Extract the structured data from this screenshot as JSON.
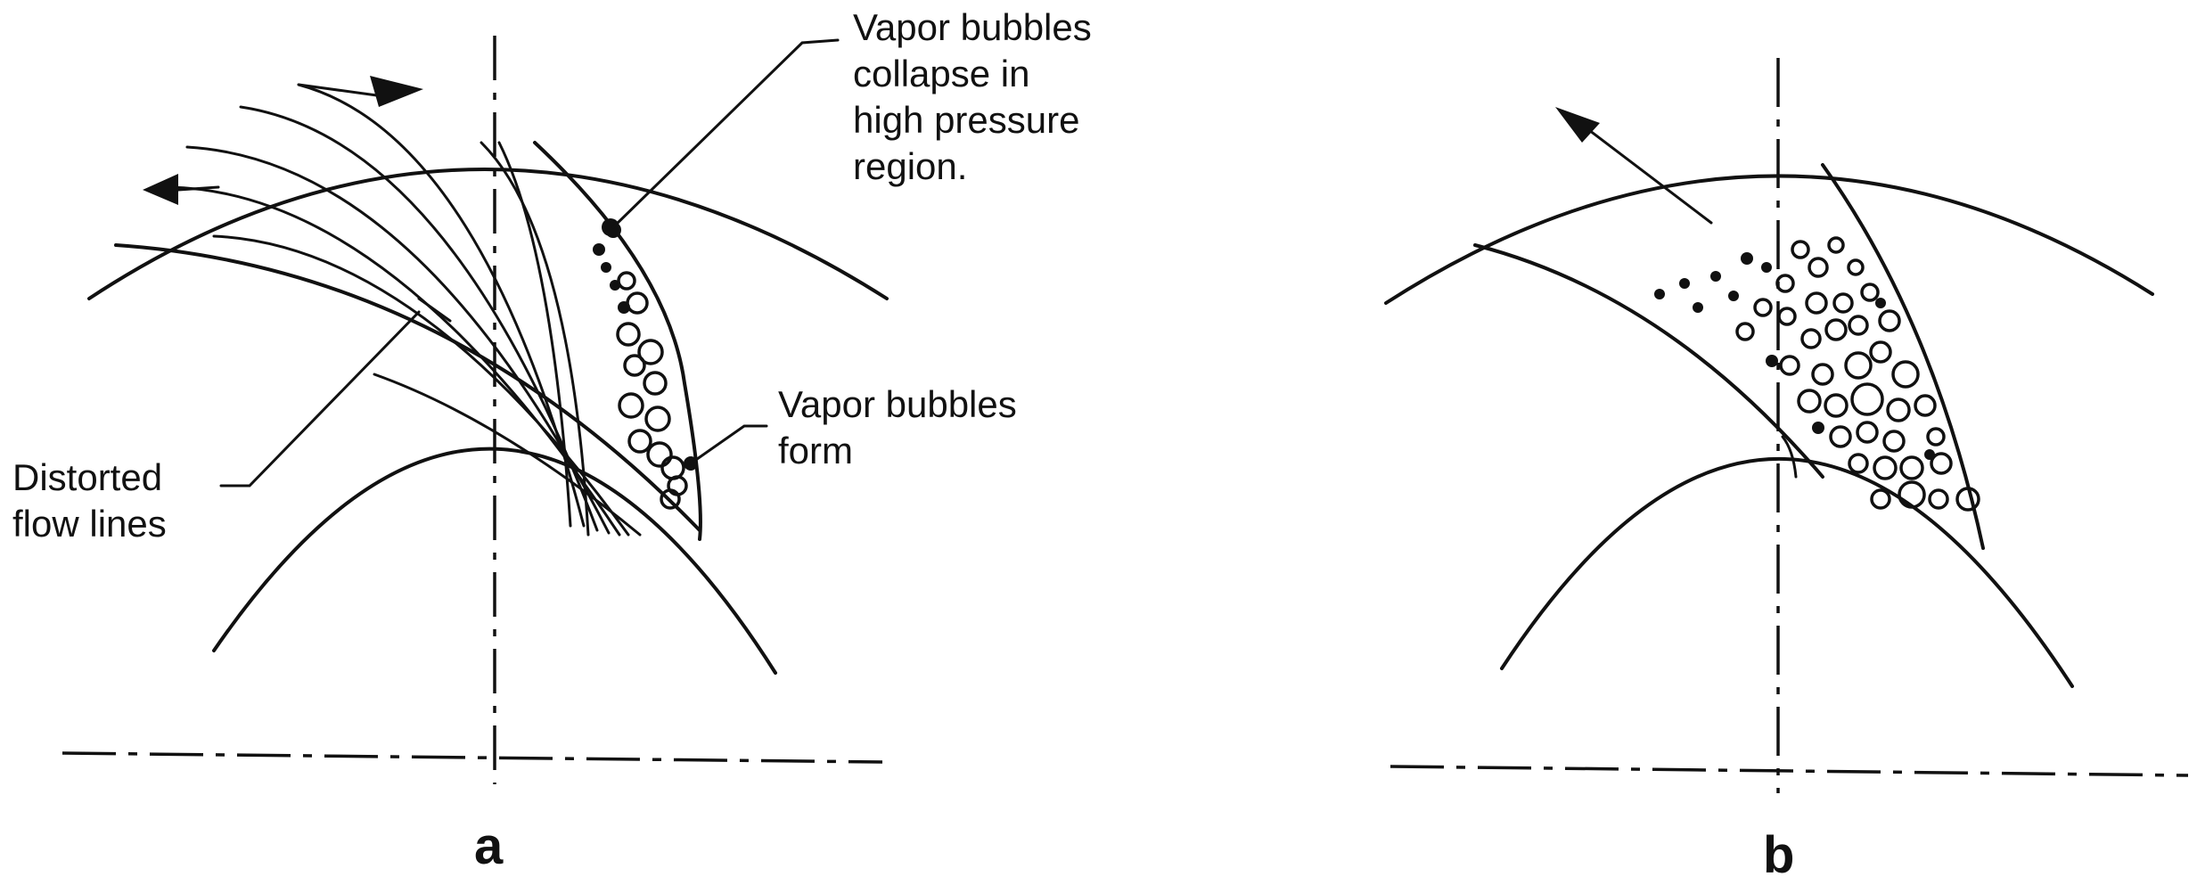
{
  "panel_a": {
    "label": "a",
    "annotations": {
      "collapse": "Vapor bubbles\ncollapse in\nhigh pressure\nregion.",
      "form": "Vapor bubbles\nform",
      "distorted": "Distorted\nflow lines"
    }
  },
  "panel_b": {
    "label": "b"
  },
  "colors": {
    "ink": "#111111",
    "paper": "#ffffff"
  }
}
